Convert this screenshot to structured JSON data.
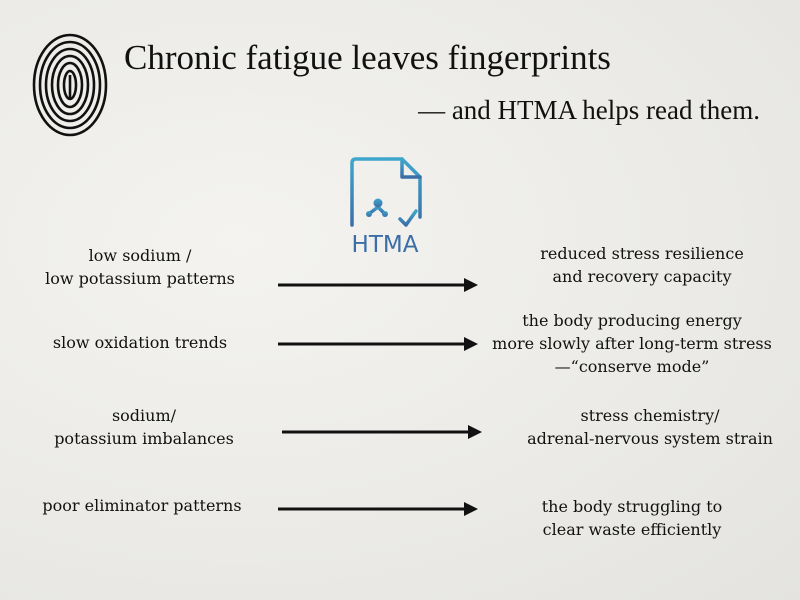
{
  "header": {
    "title": "Chronic fatigue leaves fingerprints",
    "subtitle": "— and HTMA helps read them."
  },
  "icon": {
    "name": "htma-report-icon",
    "label": "HTMA",
    "colors": [
      "#3fa6cc",
      "#3b6ea6"
    ]
  },
  "rows": [
    {
      "left": [
        "low sodium /",
        "low potassium patterns"
      ],
      "right": [
        "reduced stress resilience",
        "and recovery capacity"
      ]
    },
    {
      "left": [
        "slow oxidation trends"
      ],
      "right": [
        "the body producing energy",
        "more slowly after long-term stress",
        "—“conserve mode”"
      ]
    },
    {
      "left": [
        "sodium/",
        "potassium imbalances"
      ],
      "right": [
        "stress chemistry/",
        "adrenal-nervous system strain"
      ]
    },
    {
      "left": [
        "poor eliminator patterns"
      ],
      "right": [
        "the body struggling to",
        "clear waste efficiently"
      ]
    }
  ]
}
